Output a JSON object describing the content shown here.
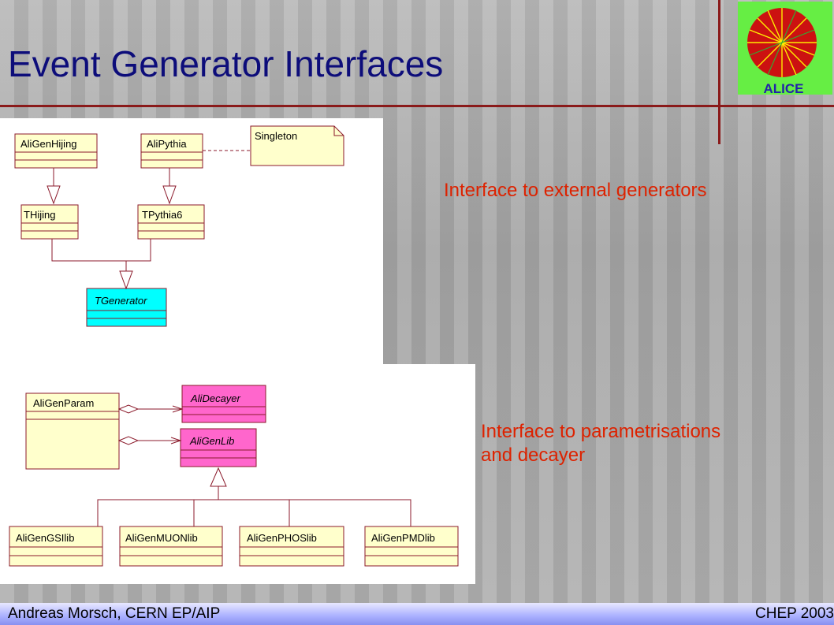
{
  "slide": {
    "title": "Event Generator Interfaces",
    "logo_text": "ALICE",
    "note1": "Interface to external generators",
    "note2_line1": "Interface to parametrisations",
    "note2_line2": "and decayer"
  },
  "diagram1": {
    "AliGenHijing": "AliGenHijing",
    "AliPythia": "AliPythia",
    "Singleton": "Singleton",
    "THijing": "THijing",
    "TPythia6": "TPythia6",
    "TGenerator": "TGenerator"
  },
  "diagram2": {
    "AliGenParam": "AliGenParam",
    "AliDecayer": "AliDecayer",
    "AliGenLib": "AliGenLib",
    "AliGenGSIlib": "AliGenGSIlib",
    "AliGenMUONlib": "AliGenMUONlib",
    "AliGenPHOSlib": "AliGenPHOSlib",
    "AliGenPMDlib": "AliGenPMDlib"
  },
  "colors": {
    "class_fill": "#ffffcc",
    "class_border": "#8b1a2b",
    "abstract_fill_cyan": "#00ffff",
    "abstract_fill_pink": "#ff66cc",
    "note_text": "#dd2200",
    "title": "#0d0d7a"
  },
  "footer": {
    "left": "Andreas Morsch, CERN EP/AIP",
    "right": "CHEP 2003"
  }
}
